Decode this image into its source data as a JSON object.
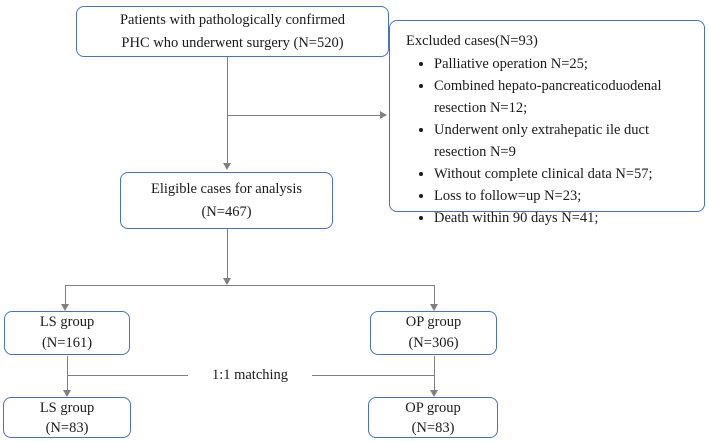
{
  "diagram": {
    "title": "Patient selection flowchart",
    "colors": {
      "box_border": "#4472c4",
      "connector": "#7f7f7f",
      "text": "#1a1a1a",
      "background": "#ffffff"
    },
    "boxes": {
      "top": {
        "line1": "Patients with pathologically confirmed",
        "line2": "PHC who underwent surgery (N=520)"
      },
      "excluded": {
        "title": "Excluded cases(N=93)",
        "items": [
          "Palliative operation N=25;",
          "Combined hepato-pancreaticoduodenal resection N=12;",
          "Underwent only extrahepatic ile duct resection N=9",
          "Without complete clinical data N=57;",
          "Loss to follow=up N=23;",
          "Death within 90 days N=41;"
        ]
      },
      "eligible": {
        "line1": "Eligible cases for analysis",
        "line2": "(N=467)"
      },
      "ls_group": {
        "line1": "LS group",
        "line2": "(N=161)"
      },
      "op_group": {
        "line1": "OP group",
        "line2": "(N=306)"
      },
      "ls_matched": {
        "line1": "LS group",
        "line2": "(N=83)"
      },
      "op_matched": {
        "line1": "OP group",
        "line2": "(N=83)"
      }
    },
    "labels": {
      "matching": "1:1 matching"
    }
  }
}
